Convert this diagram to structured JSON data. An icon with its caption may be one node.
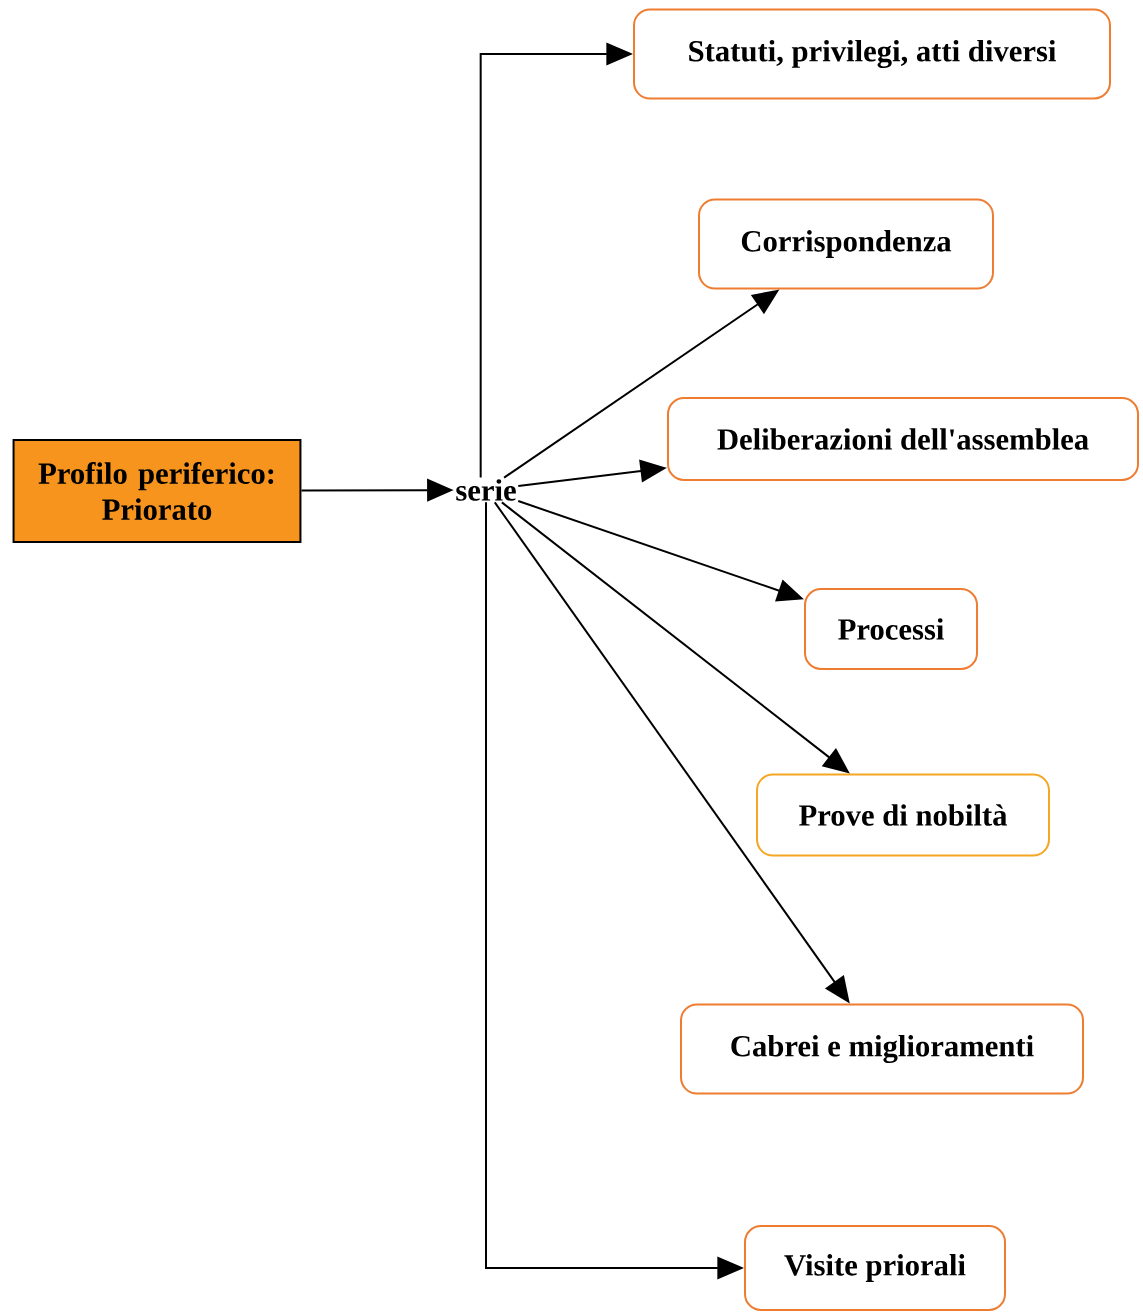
{
  "diagram": {
    "nodes": [
      {
        "text": [
          "Profilo periferico: Priorato"
        ]
      },
      {
        "text": [
          "serie"
        ]
      },
      {
        "text": [
          "Statuti, privilegi, atti diversi"
        ]
      },
      {
        "text": [
          "Corrispondenza"
        ]
      },
      {
        "text": [
          "Deliberazioni dell'assemblea"
        ]
      },
      {
        "text": [
          "Processi"
        ]
      },
      {
        "text": [
          "Prove di nobiltà"
        ]
      },
      {
        "text": [
          "Cabrei e miglioramenti"
        ]
      },
      {
        "text": [
          "Visite priorali"
        ]
      }
    ],
    "edges": [
      {
        "from": 0,
        "to": 1,
        "arrow": "to"
      },
      {
        "from": 1,
        "to": 2,
        "arrow": "to"
      },
      {
        "from": 1,
        "to": 3,
        "arrow": "to"
      },
      {
        "from": 1,
        "to": 4,
        "arrow": "to"
      },
      {
        "from": 1,
        "to": 5,
        "arrow": "to"
      },
      {
        "from": 1,
        "to": 6,
        "arrow": "to"
      },
      {
        "from": 1,
        "to": 7,
        "arrow": "to"
      },
      {
        "from": 1,
        "to": 8,
        "arrow": "to"
      }
    ]
  }
}
